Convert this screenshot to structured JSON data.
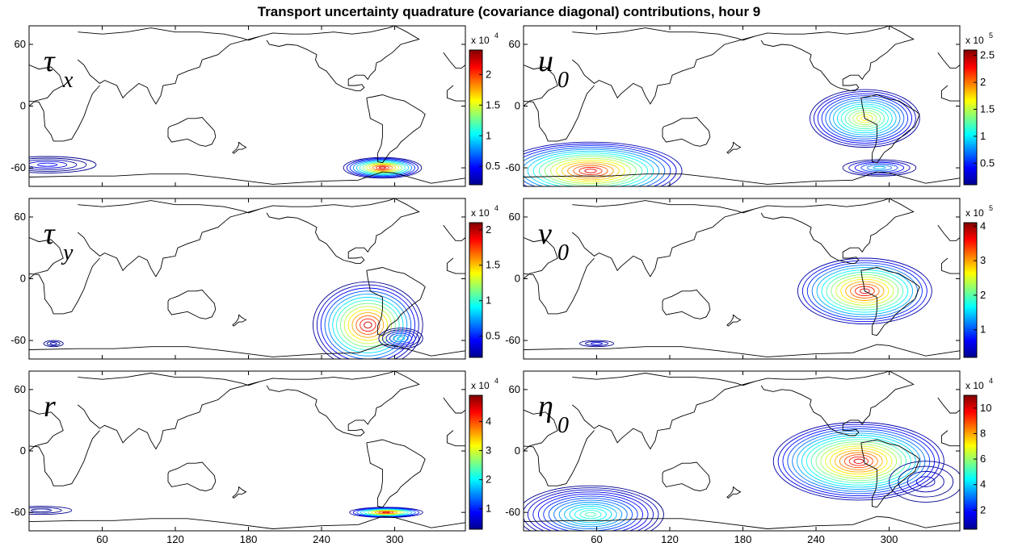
{
  "figure_title": "Transport uncertainty quadrature (covariance diagonal) contributions, hour 9",
  "colormap": [
    "#00008f",
    "#0000ff",
    "#0080ff",
    "#00ffff",
    "#80ff80",
    "#ffff00",
    "#ff8000",
    "#ff0000",
    "#800000"
  ],
  "coast_color": "#000000",
  "contour_color_note": "jet",
  "chart_data": [
    {
      "type": "contour",
      "panel": "tau_x",
      "label_main": "τ",
      "label_sub": "x",
      "xticks": [
        60,
        120,
        180,
        240,
        300
      ],
      "yticks": [
        60,
        0,
        -60
      ],
      "colorbar": {
        "multiplier": "x 10",
        "exponent": "4",
        "ticks": [
          "2",
          "1.5",
          "1",
          "0.5"
        ],
        "tick_values": [
          2,
          1.5,
          1,
          0.5
        ],
        "range": [
          0.2,
          2.4
        ]
      },
      "hotspots": [
        {
          "lon": 290,
          "lat": -60,
          "max": 2.4,
          "extent_lon": 32,
          "extent_lat": 10,
          "n": 12
        },
        {
          "lon": 15,
          "lat": -57,
          "max": 0.6,
          "extent_lon": 40,
          "extent_lat": 8,
          "n": 5
        }
      ]
    },
    {
      "type": "contour",
      "panel": "u_0",
      "label_main": "u",
      "label_sub": "0",
      "xticks": [
        60,
        120,
        180,
        240,
        300
      ],
      "yticks": [
        60,
        0,
        -60
      ],
      "colorbar": {
        "multiplier": "x 10",
        "exponent": "5",
        "ticks": [
          "2.5",
          "2",
          "1.5",
          "1",
          "0.5"
        ],
        "tick_values": [
          2.5,
          2,
          1.5,
          1,
          0.5
        ],
        "range": [
          0.1,
          2.6
        ]
      },
      "hotspots": [
        {
          "lon": 55,
          "lat": -63,
          "max": 2.5,
          "extent_lon": 75,
          "extent_lat": 28,
          "n": 16
        },
        {
          "lon": 280,
          "lat": -12,
          "max": 1.8,
          "extent_lon": 45,
          "extent_lat": 28,
          "n": 14
        },
        {
          "lon": 292,
          "lat": -60,
          "max": 1.0,
          "extent_lon": 30,
          "extent_lat": 8,
          "n": 6
        }
      ]
    },
    {
      "type": "contour",
      "panel": "tau_y",
      "label_main": "τ",
      "label_sub": "y",
      "xticks": [
        60,
        120,
        180,
        240,
        300
      ],
      "yticks": [
        60,
        0,
        -60
      ],
      "colorbar": {
        "multiplier": "x 10",
        "exponent": "4",
        "ticks": [
          "2",
          "1.5",
          "1",
          "0.5"
        ],
        "tick_values": [
          2,
          1.5,
          1,
          0.5
        ],
        "range": [
          0.2,
          2.1
        ]
      },
      "hotspots": [
        {
          "lon": 278,
          "lat": -45,
          "max": 2.1,
          "extent_lon": 45,
          "extent_lat": 42,
          "n": 14
        },
        {
          "lon": 305,
          "lat": -58,
          "max": 0.9,
          "extent_lon": 18,
          "extent_lat": 10,
          "n": 6
        },
        {
          "lon": 20,
          "lat": -63,
          "max": 0.4,
          "extent_lon": 8,
          "extent_lat": 3,
          "n": 3
        }
      ]
    },
    {
      "type": "contour",
      "panel": "v_0",
      "label_main": "v",
      "label_sub": "0",
      "xticks": [
        60,
        120,
        180,
        240,
        300
      ],
      "yticks": [
        60,
        0,
        -60
      ],
      "colorbar": {
        "multiplier": "x 10",
        "exponent": "5",
        "ticks": [
          "4",
          "3",
          "2",
          "1"
        ],
        "tick_values": [
          4,
          3,
          2,
          1
        ],
        "range": [
          0.2,
          4.1
        ]
      },
      "hotspots": [
        {
          "lon": 280,
          "lat": -12,
          "max": 4.0,
          "extent_lon": 55,
          "extent_lat": 32,
          "n": 14
        },
        {
          "lon": 60,
          "lat": -63,
          "max": 0.8,
          "extent_lon": 14,
          "extent_lat": 3,
          "n": 3
        }
      ]
    },
    {
      "type": "contour",
      "panel": "r",
      "label_main": "r",
      "label_sub": "",
      "xticks": [
        60,
        120,
        180,
        240,
        300
      ],
      "yticks": [
        60,
        0,
        -60
      ],
      "colorbar": {
        "multiplier": "x 10",
        "exponent": "4",
        "ticks": [
          "4",
          "3",
          "2",
          "1"
        ],
        "tick_values": [
          4,
          3,
          2,
          1
        ],
        "range": [
          0.3,
          4.9
        ]
      },
      "hotspots": [
        {
          "lon": 293,
          "lat": -60,
          "max": 4.9,
          "extent_lon": 30,
          "extent_lat": 5,
          "n": 10
        },
        {
          "lon": 10,
          "lat": -58,
          "max": 0.5,
          "extent_lon": 25,
          "extent_lat": 4,
          "n": 3
        }
      ]
    },
    {
      "type": "contour",
      "panel": "eta_0",
      "label_main": "η",
      "label_sub": "0",
      "xticks": [
        60,
        120,
        180,
        240,
        300
      ],
      "yticks": [
        60,
        0,
        -60
      ],
      "colorbar": {
        "multiplier": "x 10",
        "exponent": "4",
        "ticks": [
          "10",
          "8",
          "6",
          "4",
          "2"
        ],
        "tick_values": [
          10,
          8,
          6,
          4,
          2
        ],
        "range": [
          0.5,
          11
        ]
      },
      "hotspots": [
        {
          "lon": 275,
          "lat": -10,
          "max": 10.5,
          "extent_lon": 70,
          "extent_lat": 38,
          "n": 18
        },
        {
          "lon": 55,
          "lat": -62,
          "max": 5.5,
          "extent_lon": 60,
          "extent_lat": 28,
          "n": 14
        },
        {
          "lon": 330,
          "lat": -30,
          "max": 1.5,
          "extent_lon": 30,
          "extent_lat": 20,
          "n": 4
        }
      ]
    }
  ]
}
